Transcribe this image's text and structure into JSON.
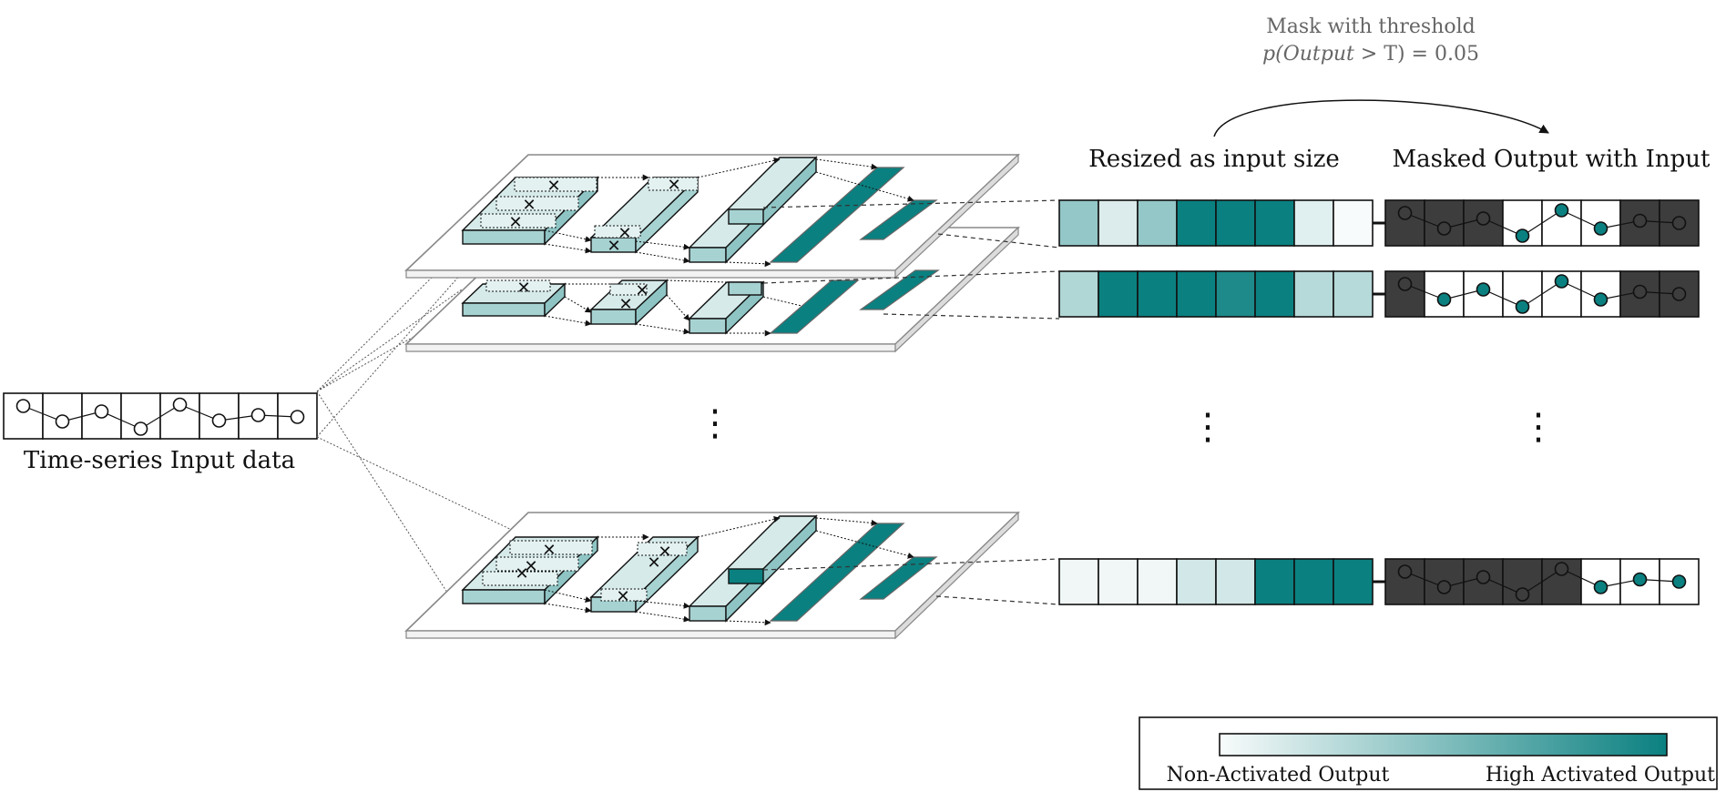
{
  "input": {
    "label": "Time-series Input data",
    "cells": 8,
    "series": [
      0.72,
      0.38,
      0.6,
      0.22,
      0.75,
      0.4,
      0.52,
      0.48
    ]
  },
  "header": {
    "resized_label": "Resized as input size",
    "masked_label": "Masked Output with Input",
    "mask_title": "Mask with threshold",
    "mask_formula_prefix": "p(",
    "mask_formula_var": "Output",
    "mask_formula_suffix": " > T) = 0.05"
  },
  "ellipsis": [
    "⋮",
    "⋮",
    "⋮"
  ],
  "rows": [
    {
      "activation": [
        0.42,
        0.12,
        0.42,
        1.0,
        1.0,
        1.0,
        0.1,
        0.0
      ],
      "masked": [
        1,
        1,
        1,
        0,
        0,
        0,
        1,
        1
      ],
      "series": [
        0.72,
        0.38,
        0.6,
        0.22,
        0.78,
        0.38,
        0.55,
        0.5
      ]
    },
    {
      "activation": [
        0.3,
        1.0,
        1.0,
        1.0,
        0.92,
        1.0,
        0.28,
        0.28
      ],
      "masked": [
        1,
        0,
        0,
        0,
        0,
        0,
        1,
        1
      ],
      "series": [
        0.72,
        0.38,
        0.6,
        0.22,
        0.78,
        0.38,
        0.55,
        0.5
      ]
    },
    {
      "activation": [
        0.03,
        0.03,
        0.03,
        0.16,
        0.16,
        1.0,
        1.0,
        1.0
      ],
      "masked": [
        1,
        1,
        1,
        1,
        1,
        0,
        0,
        0
      ],
      "series": [
        0.72,
        0.38,
        0.6,
        0.22,
        0.78,
        0.38,
        0.55,
        0.5
      ]
    }
  ],
  "legend": {
    "low_label": "Non-Activated Output",
    "high_label": "High Activated Output",
    "low_color": "#f8fbfb",
    "high_color": "#0b8080"
  },
  "colors": {
    "teal": "#0b8080",
    "teal_light": "#a7d2d2",
    "mask_dark": "#3d3d3d",
    "point_fill_masked": "#0b8080"
  }
}
